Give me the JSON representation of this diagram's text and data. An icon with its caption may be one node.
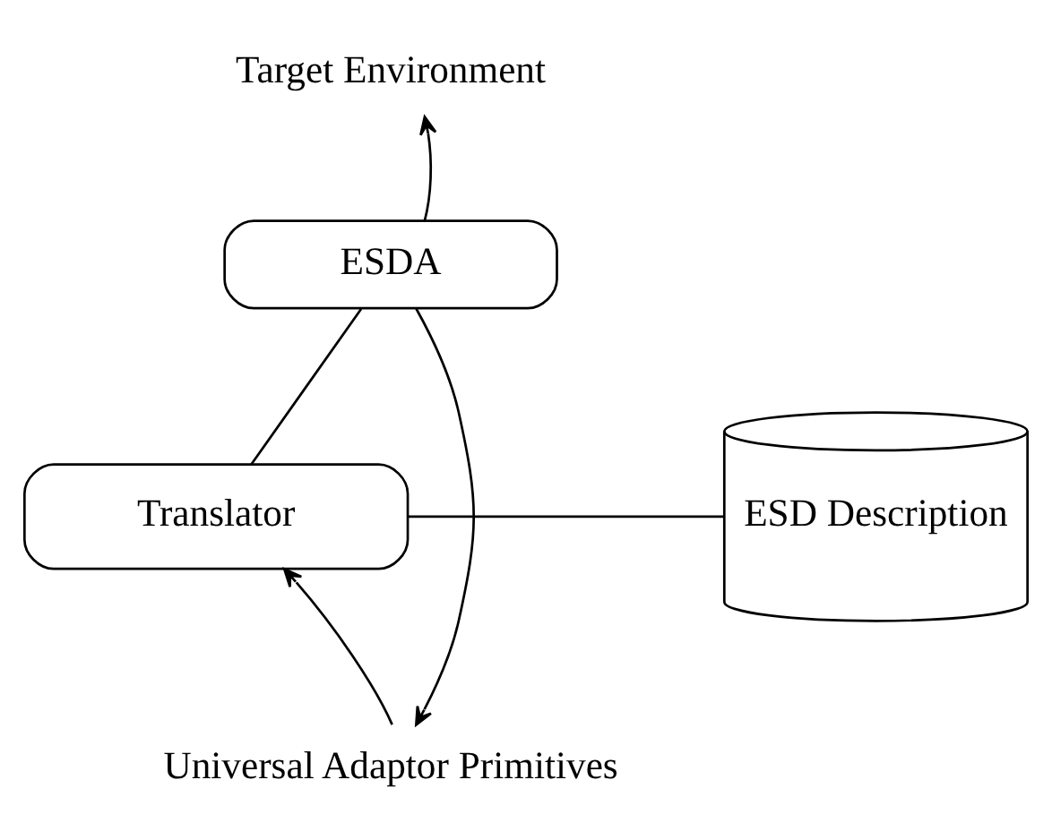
{
  "diagram": {
    "nodes": [
      {
        "text": [
          "Target Environment"
        ]
      },
      {
        "text": [
          "ESDA"
        ]
      },
      {
        "text": [
          "ESD Description"
        ]
      },
      {
        "text": [
          "Translator"
        ]
      },
      {
        "text": [
          "Universal Adaptor Primitives"
        ]
      }
    ],
    "edges": [
      {
        "from": 1,
        "to": 0,
        "arrow": "to"
      },
      {
        "from": 1,
        "to": 3,
        "arrow": "none"
      },
      {
        "from": 2,
        "to": 3,
        "arrow": "none"
      },
      {
        "from": 4,
        "to": 3,
        "arrow": "to"
      },
      {
        "from": 1,
        "to": 4,
        "arrow": "to"
      }
    ]
  }
}
